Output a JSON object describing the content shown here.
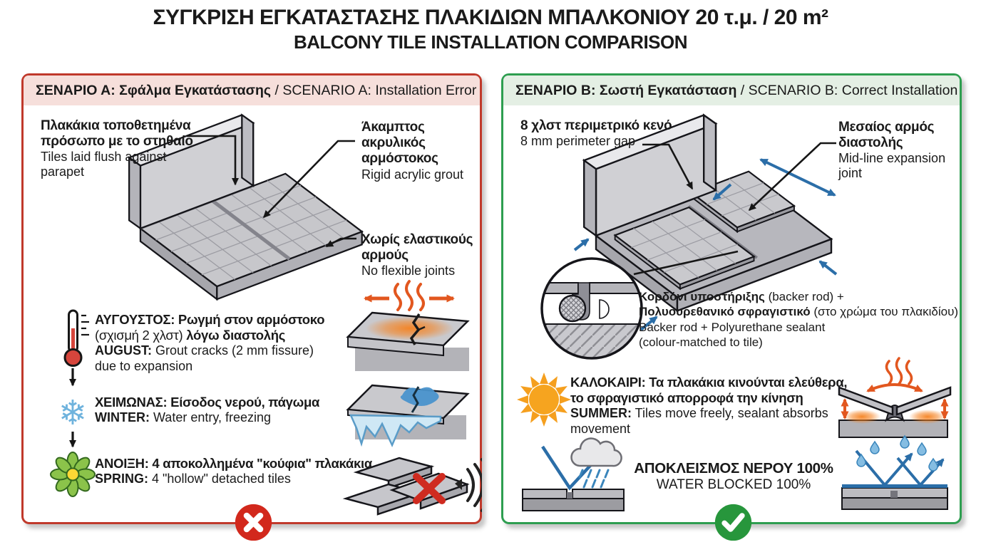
{
  "title": {
    "line1": "ΣΥΓΚΡΙΣΗ ΕΓΚΑΤΑΣΤΑΣΗΣ ΠΛΑΚΙΔΙΩΝ ΜΠΑΛΚΟΝΙΟΥ 20 τ.μ. / 20 m²",
    "line2": "BALCONY TILE INSTALLATION COMPARISON"
  },
  "colors": {
    "scenario_a_border": "#c0392b",
    "scenario_a_header_bg": "#f6dfdb",
    "scenario_b_border": "#2e9e50",
    "scenario_b_header_bg": "#e4efe4",
    "leader_black": "#161616",
    "arrow_blue": "#2b6ea8",
    "arrow_orange": "#e2571f",
    "badge_red": "#d2281c",
    "badge_green": "#27963c"
  },
  "scenario_a": {
    "title_gr": "ΣΕΝΑΡΙΟ Α: Σφάλμα Εγκατάστασης",
    "title_sep": " / ",
    "title_en": "SCENARIO A: Installation Error",
    "ann_flush_gr": "Πλακάκια τοποθετημένα πρόσωπο με το στηθαίο",
    "ann_flush_en": "Tiles laid flush against parapet",
    "ann_grout_gr": "Άκαμπτος ακρυλικός αρμόστοκος",
    "ann_grout_en": "Rigid acrylic grout",
    "ann_nojoint_gr": "Χωρίς ελαστικούς αρμούς",
    "ann_nojoint_en": "No flexible joints",
    "timeline": [
      {
        "icon": "thermometer-icon",
        "gr_b1": "ΑΥΓΟΥΣΤΟΣ: Ρωγμή στον αρμόστοκο",
        "gr_r1": " (σχισμή 2 χλστ) ",
        "gr_b2": "λόγω διαστολής",
        "en_b": "AUGUST:",
        "en_r": " Grout cracks (2 mm fissure) due to expansion"
      },
      {
        "icon": "snowflake-icon",
        "gr_b1": "ΧΕΙΜΩΝΑΣ: Είσοδος νερού, πάγωμα",
        "en_b": "WINTER:",
        "en_r": " Water entry, freezing"
      },
      {
        "icon": "flower-icon",
        "gr_b1": "ΑΝΟΙΞΗ: 4 αποκολλημένα \"κούφια\" πλακάκια",
        "en_b": "SPRING:",
        "en_r": " 4 \"hollow\" detached tiles"
      }
    ]
  },
  "scenario_b": {
    "title_gr": "ΣΕΝΑΡΙΟ Β: Σωστή Εγκατάσταση",
    "title_sep": " / ",
    "title_en": "SCENARIO B: Correct Installation",
    "ann_gap_gr": "8 χλστ περιμετρικό κενό",
    "ann_gap_en": "8 mm perimeter gap",
    "ann_mid_gr": "Μεσαίος αρμός διαστολής",
    "ann_mid_en": "Mid-line expansion joint",
    "backer_gr_b1": "Κορδόνι υποστήριξης",
    "backer_gr_r1": " (backer rod) +",
    "backer_gr_b2": "Πολυουρεθανικό σφραγιστικό",
    "backer_gr_r2": " (στο χρώμα του πλακιδίου)",
    "backer_en1": "Backer rod + Polyurethane sealant",
    "backer_en2": "(colour-matched to tile)",
    "summer_gr": "ΚΑΛΟΚΑΙΡΙ: Τα πλακάκια κινούνται ελεύθερα, το σφραγιστικό απορροφά την κίνηση",
    "summer_en_b": "SUMMER:",
    "summer_en_r": " Tiles move freely, sealant absorbs movement",
    "water_gr": "ΑΠΟΚΛΕΙΣΜΟΣ ΝΕΡΟΥ 100%",
    "water_en": "WATER BLOCKED 100%"
  }
}
